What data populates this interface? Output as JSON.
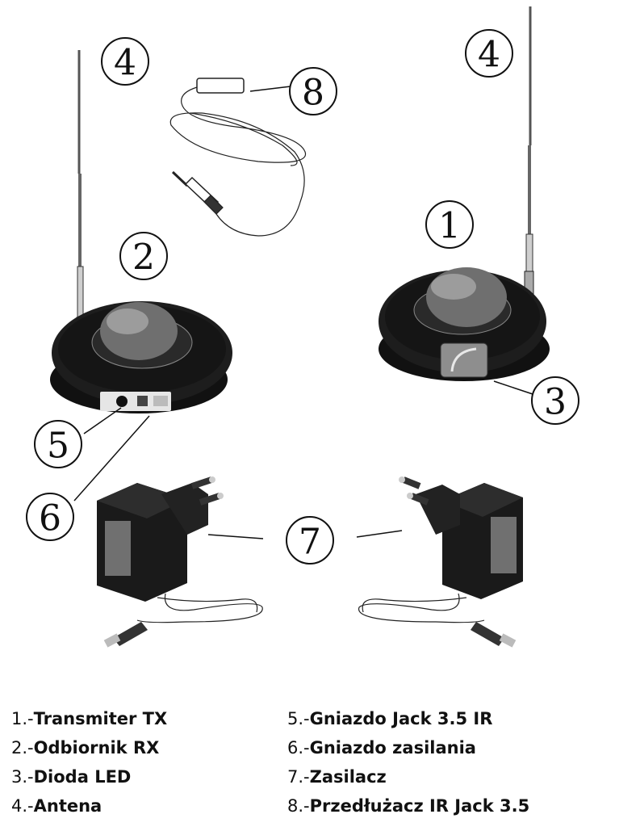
{
  "callouts": {
    "c1": "1",
    "c2": "2",
    "c3": "3",
    "c4_left": "4",
    "c4_right": "4",
    "c5": "5",
    "c6": "6",
    "c7": "7",
    "c8": "8"
  },
  "legend": [
    {
      "num": "1.-",
      "label": "Transmiter TX"
    },
    {
      "num": "2.-",
      "label": "Odbiornik RX"
    },
    {
      "num": "3.-",
      "label": "Dioda LED"
    },
    {
      "num": "4.-",
      "label": "Antena"
    },
    {
      "num": "5.-",
      "label": "Gniazdo Jack 3.5 IR"
    },
    {
      "num": "6.-",
      "label": "Gniazdo zasilania"
    },
    {
      "num": "7.-",
      "label": "Zasilacz"
    },
    {
      "num": "8.-",
      "label": "Przedłużacz IR Jack 3.5"
    }
  ],
  "colors": {
    "body": "#161616",
    "dome": "#7a7a7a",
    "line": "#111111"
  }
}
